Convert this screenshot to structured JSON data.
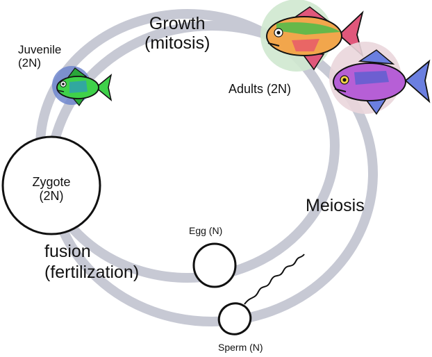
{
  "labels": {
    "growth": [
      "Growth",
      "(mitosis)"
    ],
    "juvenile": [
      "Juvenile",
      "(2N)"
    ],
    "adults": "Adults (2N)",
    "zygote": [
      "Zygote",
      "(2N)"
    ],
    "meiosis": "Meiosis",
    "egg": "Egg (N)",
    "fusion": [
      "fusion",
      "(fertilization)"
    ],
    "sperm": "Sperm (N)"
  },
  "colors": {
    "cycle_ring": "#c7c9d4",
    "outline": "#111111",
    "juvenile_halo": "#6f86cc",
    "juvenile_fish": "#3fd14a",
    "adult1_halo": "#cfe8cf",
    "adult1_fish": "#f2a64c",
    "adult2_halo": "#ead6dc",
    "adult2_fish": "#b65fd6"
  },
  "icons": [
    "juvenile-fish-icon",
    "adult-fish-icon",
    "egg-cell-icon",
    "sperm-cell-icon",
    "zygote-circle"
  ]
}
